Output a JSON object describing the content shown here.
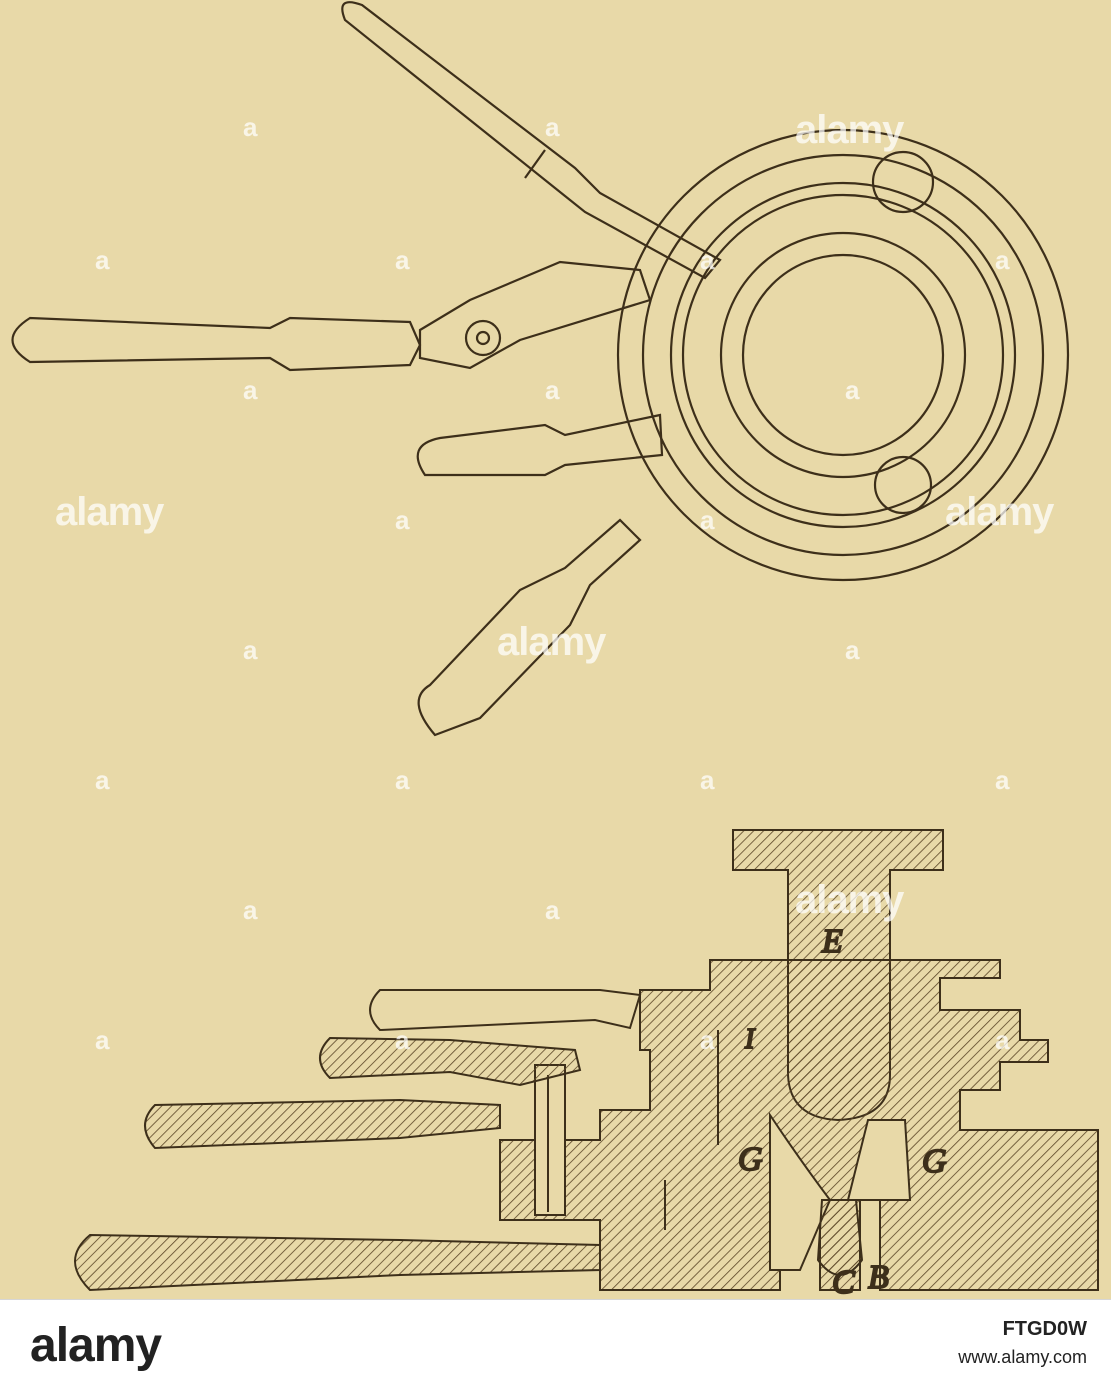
{
  "figure": {
    "labels": {
      "E": "E",
      "I": "I",
      "G_left": "G",
      "G_right": "G",
      "C": "C",
      "B": "B"
    }
  },
  "watermark": {
    "text": "alamy",
    "mark": "a"
  },
  "footer": {
    "brand": "alamy",
    "image_id": "FTGD0W",
    "site": "www.alamy.com"
  },
  "colors": {
    "paper": "#e8d9a8",
    "ink": "#3d2f1a",
    "footer_bg": "#ffffff"
  }
}
